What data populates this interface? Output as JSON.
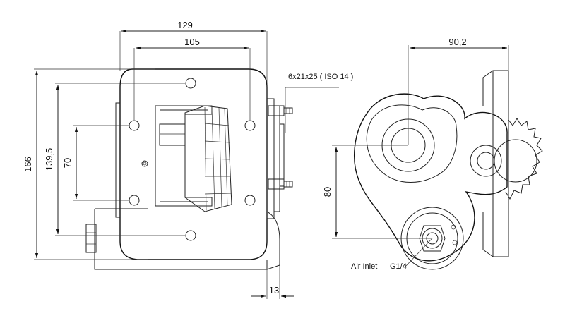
{
  "dimensions": {
    "d129": "129",
    "d105": "105",
    "d166": "166",
    "d139_5": "139,5",
    "d70": "70",
    "d13": "13",
    "d90_2": "90,2",
    "d80": "80"
  },
  "labels": {
    "bolt": "6x21x25 ( ISO 14 )",
    "air_inlet": "Air Inlet",
    "thread": "G1/4"
  }
}
